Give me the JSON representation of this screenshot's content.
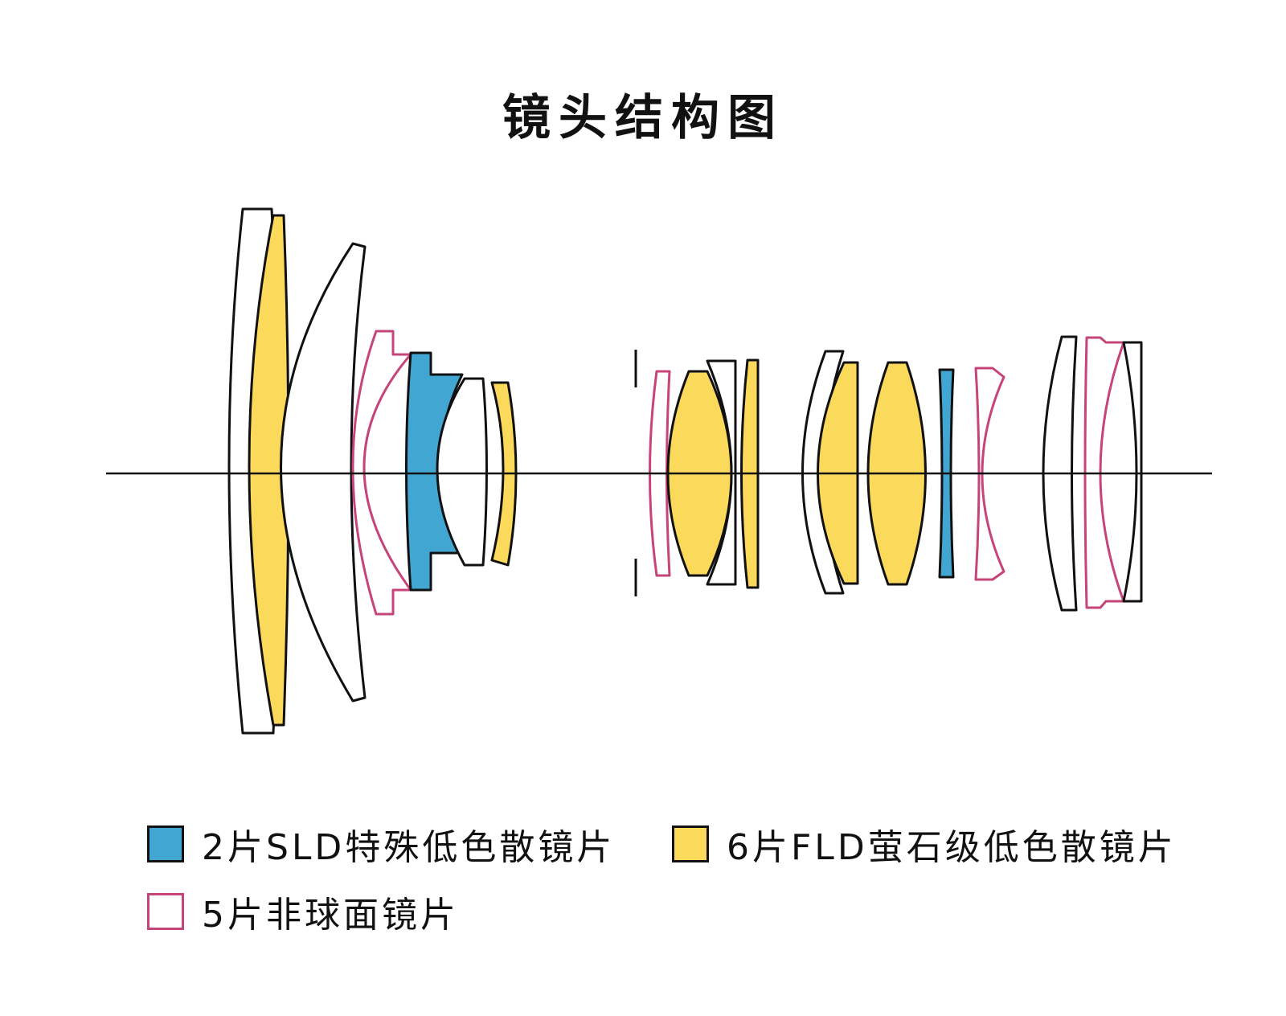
{
  "title": "镜头结构图",
  "colors": {
    "sld": "#42a6d2",
    "fld": "#fbd95b",
    "aspherical": "#c6447a",
    "outline": "#111111",
    "plain": "#ffffff"
  },
  "legend": [
    {
      "key": "sld",
      "label": "2片SLD特殊低色散镜片"
    },
    {
      "key": "fld",
      "label": "6片FLD萤石级低色散镜片"
    },
    {
      "key": "aspherical",
      "label": "5片非球面镜片"
    }
  ]
}
